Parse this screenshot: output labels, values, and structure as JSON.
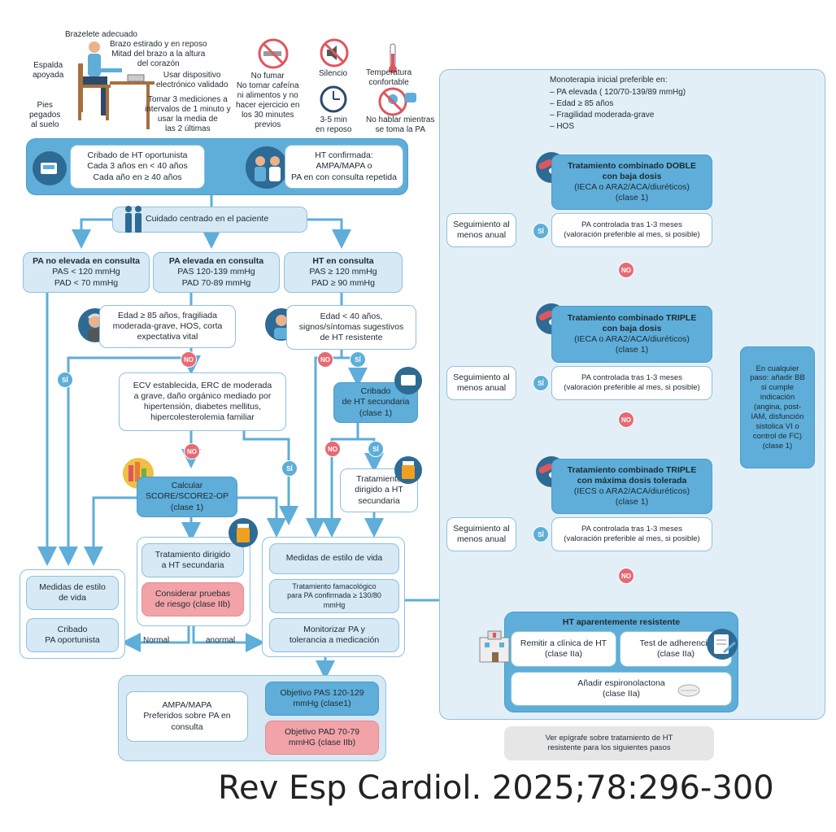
{
  "measurement": {
    "brazelete": "Brazelete adecuado",
    "brazo": "Brazo estirado y en reposo\nMitad del brazo a la altura\ndel corazón",
    "espalda": "Espalda\napoyada",
    "dispositivo": "Usar dispositivo\nelectrónico validado",
    "mediciones": "Tomar 3 mediciones a\nintervalos de 1 minuto y\nusar la media de\nlas 2 últimas",
    "pies": "Pies\npegados\nal suelo",
    "no_fumar": "No fumar\nNo tomar cafeína\nni alimentos y no\nhacer ejercicio en\nlos 30 minutes\nprevios",
    "silencio": "Silencio",
    "reposo": "3-5 min\nen reposo",
    "temperatura": "Temperatura\nconfortable",
    "no_hablar": "No hablar mientras\nse toma la PA"
  },
  "screening": {
    "cribado": "Cribado de HT oportunista\nCada 3 años en < 40 años\nCada año en ≥ 40 años",
    "ht_confirmada": "HT confirmada:\nAMPA/MAPA o\nPA en con consulta repetida"
  },
  "cuidado": "Cuidado centrado en el paciente",
  "categories": {
    "no_elevada_title": "PA no elevada en consulta",
    "no_elevada_vals": "PAS < 120 mmHg\nPAD < 70 mmHg",
    "elevada_title": "PA elevada en consulta",
    "elevada_vals": "PAS 120-139 mmHg\nPAD 70-89 mmHg",
    "ht_title": "HT en consulta",
    "ht_vals": "PAS ≥ 120 mmHg\nPAD ≥ 90 mmHg"
  },
  "middle": {
    "edad85": "Edad ≥ 85 años, fragiliada\nmoderada-grave, HOS, corta\nexpectativa vital",
    "ecv": "ECV establecida, ERC de moderada\na grave, daño orgánico mediado por\nhipertensión, diabetes mellitus,\nhipercolesterolemia familiar",
    "score": "Calcular\nSCORE/SCORE2-OP\n(clase 1)",
    "trat_sec_left": "Tratamiento dirigido\na HT secundaria",
    "pruebas": "Considerar pruebas\nde riesgo (clase IIb)",
    "normal": "Normal",
    "anormal": "anormal",
    "edad40": "Edad < 40 años,\nsignos/síntomas sugestivos\nde HT resistente",
    "cribado_sec": "Cribado\nde HT secundaria\n(clase 1)",
    "trat_sec_right": "Tratamiento\ndirigido a HT\nsecundaria"
  },
  "bottom": {
    "medidas_left": "Medidas de estilo\nde vida",
    "cribado_op": "Cribado\nPA oportunista",
    "medidas_right": "Medidas de estilo de vida",
    "farmaco": "Tratamiento famacológico\npara PA confirmada ≥ 130/80\nmmHg",
    "monitorizar": "Monitorizar PA y\ntolerancia a medicación",
    "ampa": "AMPA/MAPA\nPreferidos sobre PA en\nconsulta",
    "objetivo_pas": "Objetivo PAS 120-129\nmmHg (clase1)",
    "objetivo_pad": "Objetivo PAD 70-79\nmmHG (clase IIb)"
  },
  "right": {
    "mono_title": "Monoterapia inicial preferible en:",
    "mono_items": [
      "– PA elevada ( 120/70-139/89 mmHg)",
      "– Edad ≥ 85 años",
      "– Fragilidad moderada-grave",
      "– HOS"
    ],
    "doble": "Tratamiento combinado DOBLE\ncon baja dosis",
    "doble_sub": "(IECA o ARA2/ACA/diuréticos)\n(clase 1)",
    "triple1": "Tratamiento combinado TRIPLE\ncon baja dosis",
    "triple1_sub": "(IECA o ARA2/ACA/diuréticos)\n(clase 1)",
    "triple2": "Tratamiento combinado TRIPLE\ncon máxima dosis tolerada",
    "triple2_sub": "(IECS o ARA2/ACA/diuréticos)\n(clase 1)",
    "controlada": "PA controlada tras 1-3 meses\n(valoración preferible al mes, si posible)",
    "seguimiento": "Seguimiento al\nmenos anual",
    "bb": "En cualquier\npaso: añadir BB\nsi cumple\nindicación\n(angina, post-\nIAM, disfunción\nsistolica VI o\ncontrol de FC)\n(clase 1)",
    "resistente_title": "HT aparentemente resistente",
    "remitir": "Remitir a clínica de HT\n(clase IIa)",
    "adherencia": "Test de adherencia\n(clase IIa)",
    "espironolactona": "Añadir espironolactona\n(clase IIa)",
    "epigrafe": "Ver epígrafe sobre tratamiento de HT\nresistente para los siguientes pasos"
  },
  "labels": {
    "si": "SÍ",
    "no": "NO"
  },
  "citation": "Rev Esp Cardiol. 2025;78:296-300"
}
